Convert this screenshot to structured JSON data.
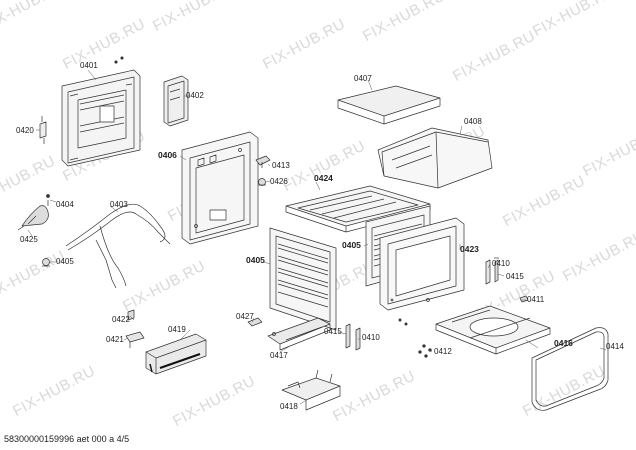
{
  "watermark": "FIX-HUB.RU",
  "footer": "58300000159996 aet 000 a 4/5",
  "parts": [
    {
      "id": "p0401",
      "label": "0401",
      "bold": false
    },
    {
      "id": "p0402",
      "label": "0402",
      "bold": false
    },
    {
      "id": "p0403",
      "label": "0403",
      "bold": false
    },
    {
      "id": "p0404",
      "label": "0404",
      "bold": false
    },
    {
      "id": "p0405a",
      "label": "0405",
      "bold": false
    },
    {
      "id": "p0405b",
      "label": "0405",
      "bold": true
    },
    {
      "id": "p0405c",
      "label": "0405",
      "bold": true
    },
    {
      "id": "p0406",
      "label": "0406",
      "bold": true
    },
    {
      "id": "p0407",
      "label": "0407",
      "bold": false
    },
    {
      "id": "p0408",
      "label": "0408",
      "bold": false
    },
    {
      "id": "p0410a",
      "label": "0410",
      "bold": false
    },
    {
      "id": "p0410b",
      "label": "0410",
      "bold": false
    },
    {
      "id": "p0411",
      "label": "0411",
      "bold": false
    },
    {
      "id": "p0412",
      "label": "0412",
      "bold": false
    },
    {
      "id": "p0413",
      "label": "0413",
      "bold": false
    },
    {
      "id": "p0414",
      "label": "0414",
      "bold": false
    },
    {
      "id": "p0415a",
      "label": "0415",
      "bold": false
    },
    {
      "id": "p0415b",
      "label": "0415",
      "bold": false
    },
    {
      "id": "p0416",
      "label": "0416",
      "bold": true
    },
    {
      "id": "p0417",
      "label": "0417",
      "bold": false
    },
    {
      "id": "p0418",
      "label": "0418",
      "bold": false
    },
    {
      "id": "p0419",
      "label": "0419",
      "bold": false
    },
    {
      "id": "p0420",
      "label": "0420",
      "bold": false
    },
    {
      "id": "p0421",
      "label": "0421",
      "bold": false
    },
    {
      "id": "p0422",
      "label": "0422",
      "bold": false
    },
    {
      "id": "p0423",
      "label": "0423",
      "bold": true
    },
    {
      "id": "p0424",
      "label": "0424",
      "bold": true
    },
    {
      "id": "p0425",
      "label": "0425",
      "bold": false
    },
    {
      "id": "p0426",
      "label": "0426",
      "bold": false
    },
    {
      "id": "p0427",
      "label": "0427",
      "bold": false
    }
  ]
}
